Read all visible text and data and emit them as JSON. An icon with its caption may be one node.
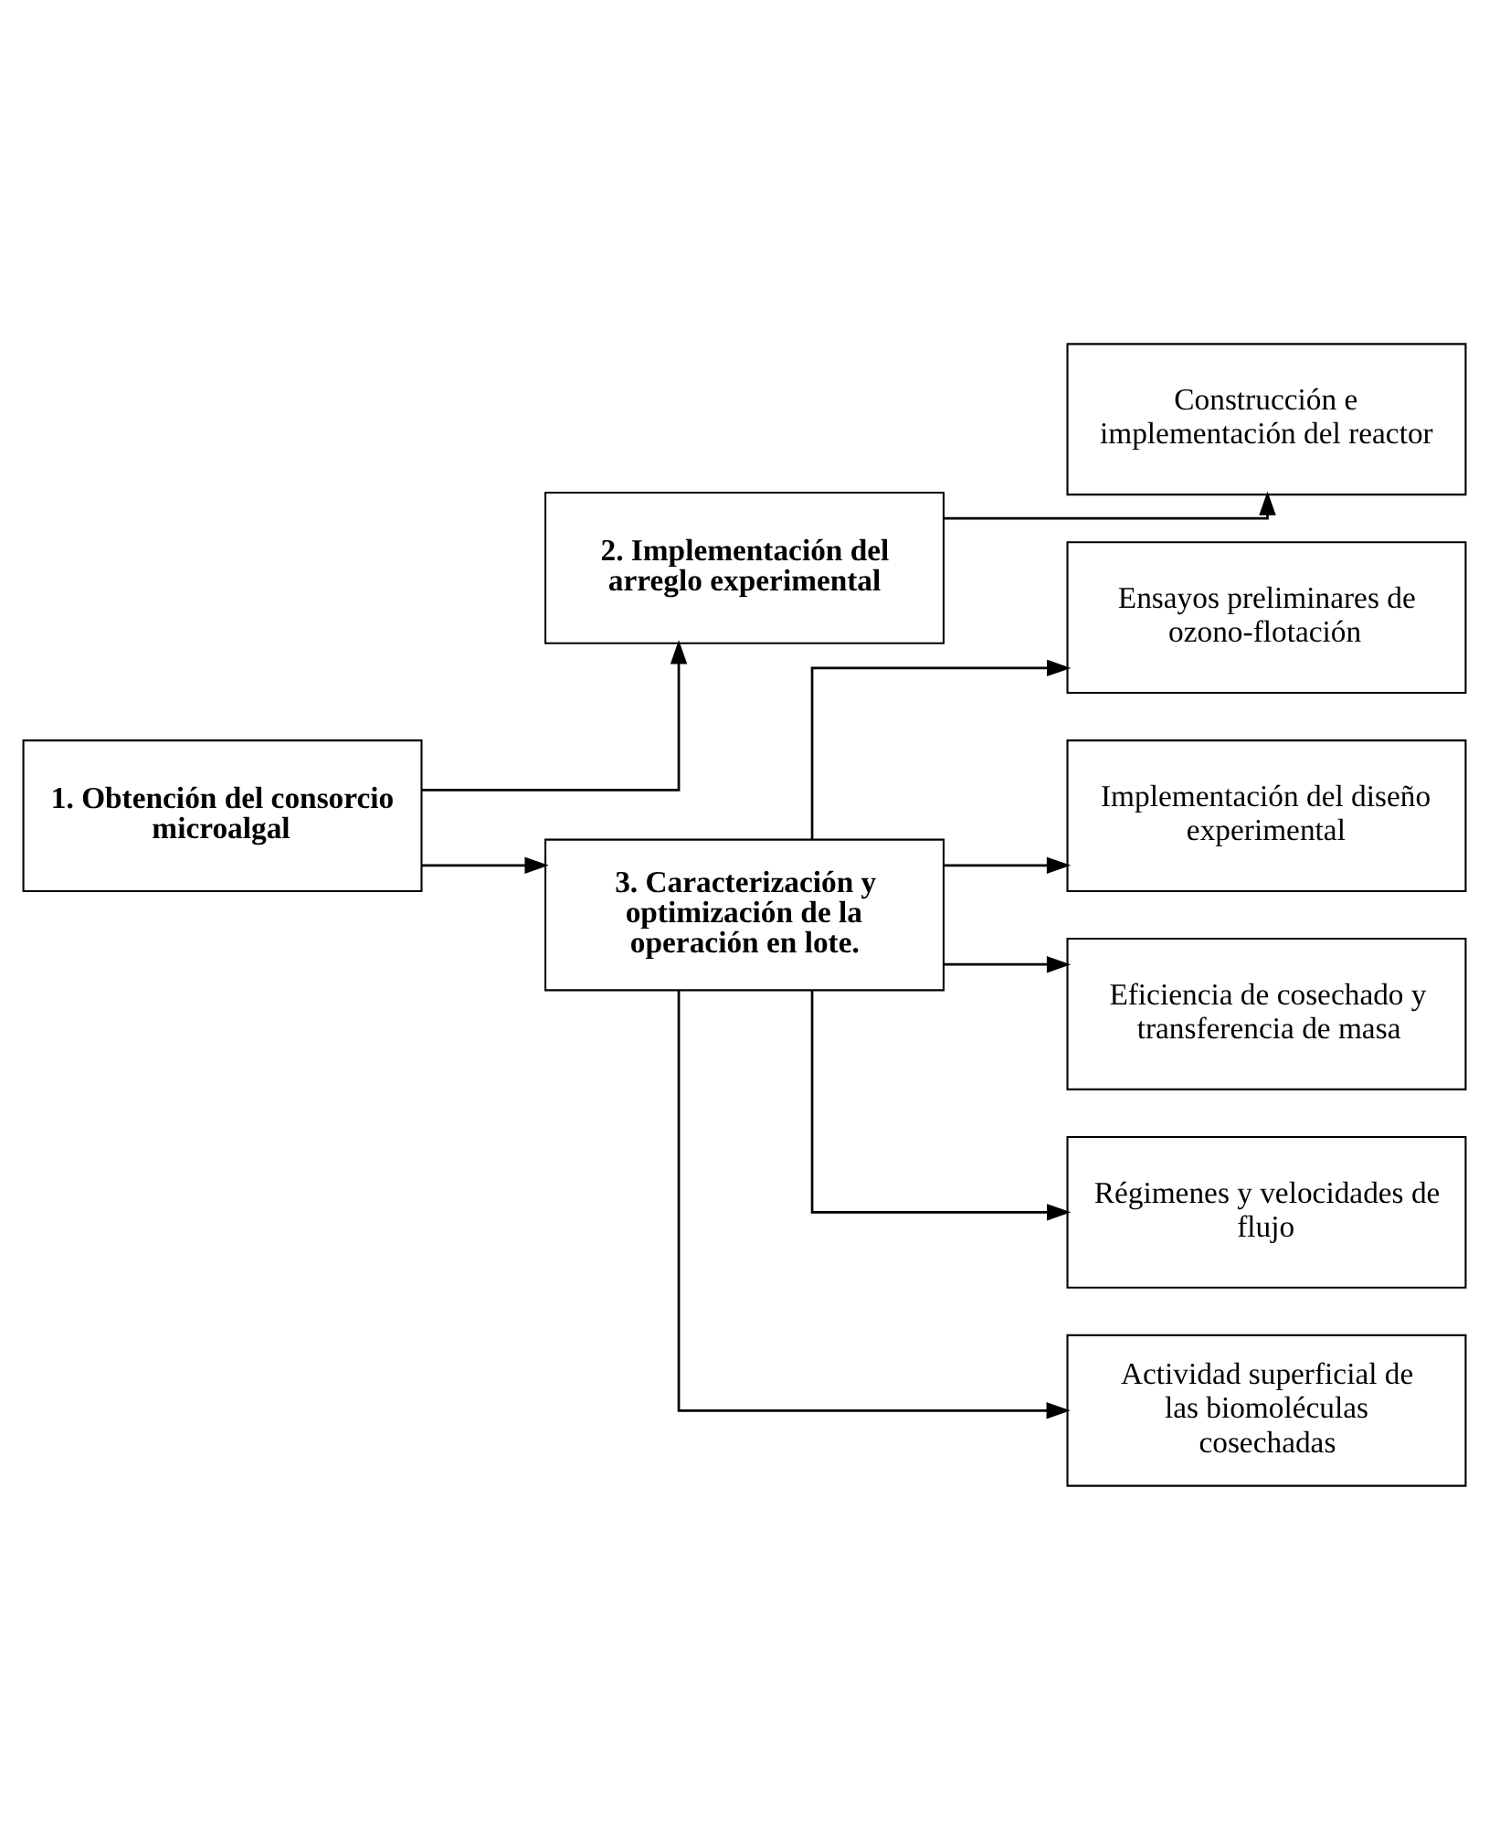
{
  "diagram": {
    "nodes": [
      {
        "text": [
          "1. Obtención del consorcio microalgal"
        ]
      },
      {
        "text": [
          "2. Implementación del arreglo experimental"
        ]
      },
      {
        "text": [
          "Construcción e implementación del reactor"
        ]
      },
      {
        "text": [
          "3. Caracterización y optimización de la operación en lote."
        ]
      },
      {
        "text": [
          "Ensayos preliminares de ozono-flotación"
        ]
      },
      {
        "text": [
          "Implementación del diseño experimental"
        ]
      },
      {
        "text": [
          "Eficiencia de cosechado y transferencia de masa"
        ]
      },
      {
        "text": [
          "Régimenes y velocidades de flujo"
        ]
      },
      {
        "text": [
          "Actividad superficial de las biomoléculas cosechadas"
        ]
      }
    ],
    "edges": [
      {
        "from": 0,
        "to": 1,
        "arrow": "to"
      },
      {
        "from": 0,
        "to": 3,
        "arrow": "to"
      },
      {
        "from": 1,
        "to": 2,
        "arrow": "to"
      },
      {
        "from": 3,
        "to": 4,
        "arrow": "to"
      },
      {
        "from": 3,
        "to": 5,
        "arrow": "to"
      },
      {
        "from": 3,
        "to": 6,
        "arrow": "to"
      },
      {
        "from": 3,
        "to": 7,
        "arrow": "to"
      },
      {
        "from": 3,
        "to": 8,
        "arrow": "to"
      }
    ]
  }
}
